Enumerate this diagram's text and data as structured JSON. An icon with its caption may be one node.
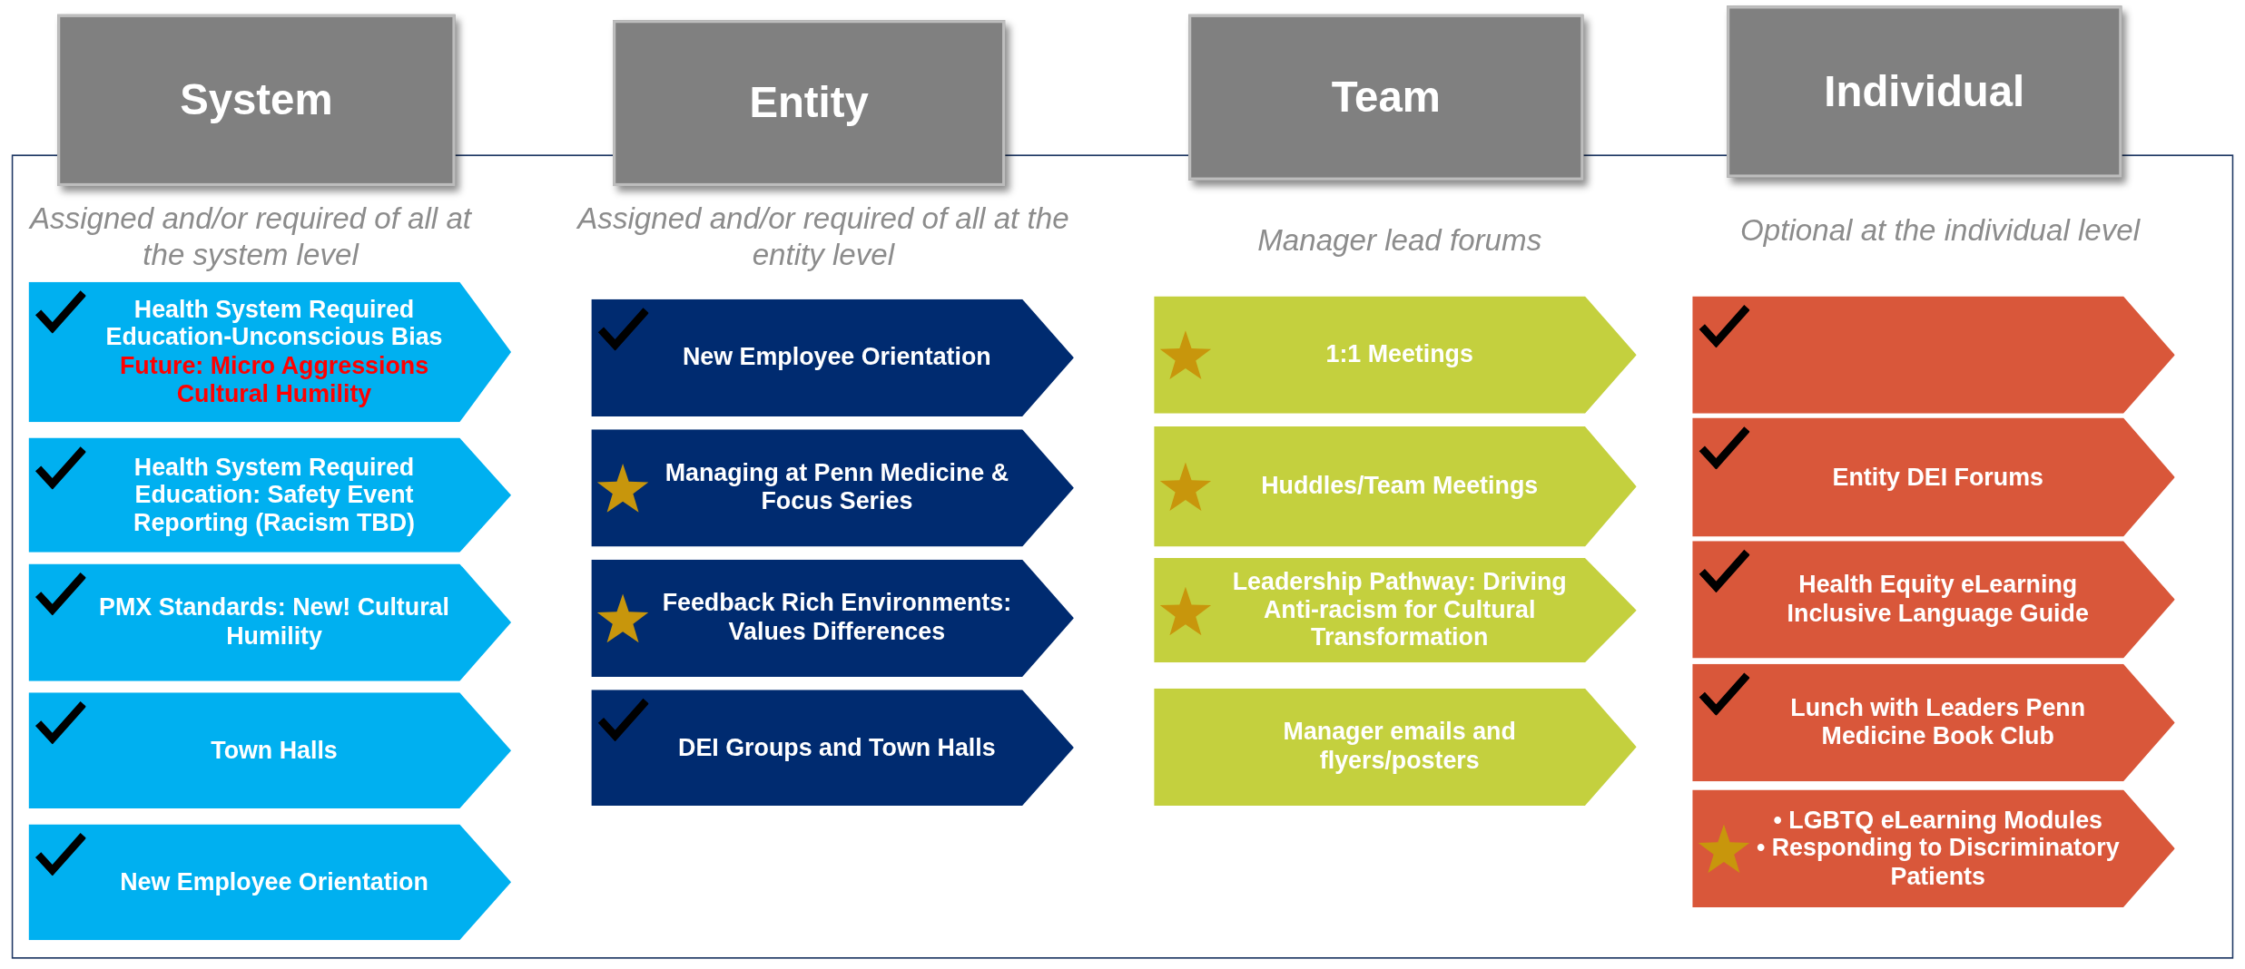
{
  "diagram": {
    "nodes": [
      {
        "text": [
          "System"
        ],
        "beside": [
          "Assigned and/or required of all at the system level"
        ]
      },
      {
        "text": [
          "Health System Required Education-Unconscious Bias",
          "Future: Micro Aggressions Cultural Humility"
        ]
      },
      {
        "text": [
          "Health System Required Education: Safety Event Reporting (Racism TBD)"
        ]
      },
      {
        "text": [
          "PMX Standards: New! Cultural Humility"
        ]
      },
      {
        "text": [
          "Town Halls"
        ]
      },
      {
        "text": [
          "New Employee Orientation"
        ]
      },
      {
        "text": [
          "Entity"
        ],
        "beside": [
          "Assigned and/or required of all at the entity level"
        ]
      },
      {
        "text": [
          "New Employee Orientation"
        ]
      },
      {
        "text": [
          "Managing at Penn Medicine & Focus Series"
        ]
      },
      {
        "text": [
          "Feedback Rich Environments: Values Differences"
        ]
      },
      {
        "text": [
          "DEI Groups and Town Halls"
        ]
      },
      {
        "text": [
          "Team"
        ],
        "beside": [
          "Manager lead forums"
        ]
      },
      {
        "text": [
          "1:1 Meetings"
        ]
      },
      {
        "text": [
          "Huddles/Team Meetings"
        ]
      },
      {
        "text": [
          "Leadership Pathway: Driving Anti-racism for Cultural Transformation"
        ]
      },
      {
        "text": [
          "Manager emails and flyers/posters"
        ]
      },
      {
        "text": [
          "Individual"
        ],
        "beside": [
          "Optional at the individual level"
        ]
      },
      {
        "text": [],
        "shape": "chevron"
      },
      {
        "text": [
          "Entity DEI Forums"
        ]
      },
      {
        "text": [
          "Health Equity eLearning Inclusive Language Guide"
        ]
      },
      {
        "text": [
          "Lunch with Leaders Penn Medicine Book Club"
        ]
      },
      {
        "text": [
          "• LGBTQ eLearning Modules",
          "• Responding to Discriminatory Patients"
        ]
      }
    ]
  }
}
